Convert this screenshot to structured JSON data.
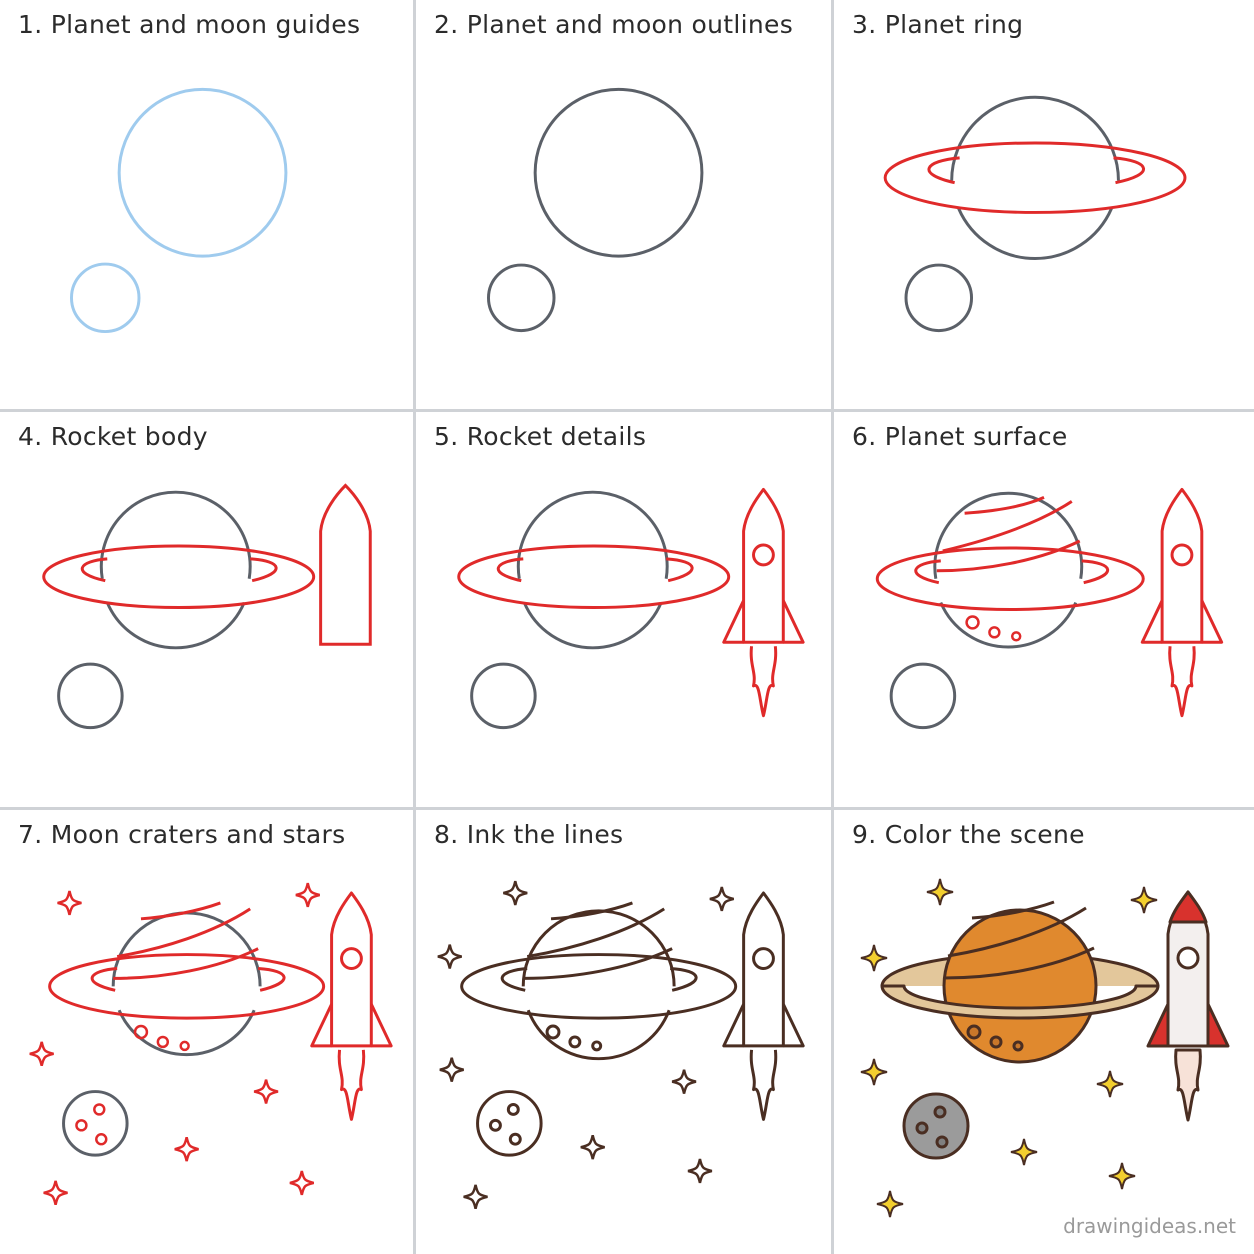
{
  "panels": [
    {
      "title": "1. Planet and moon guides"
    },
    {
      "title": "2. Planet and moon outlines"
    },
    {
      "title": "3. Planet ring"
    },
    {
      "title": "4. Rocket body"
    },
    {
      "title": "5. Rocket details"
    },
    {
      "title": "6. Planet surface"
    },
    {
      "title": "7. Moon craters and stars"
    },
    {
      "title": "8. Ink the lines"
    },
    {
      "title": "9. Color the scene"
    }
  ],
  "watermark": "drawingideas.net",
  "colors": {
    "guide": "#9fcbee",
    "outline": "#5b6068",
    "new_step": "#e02a2a",
    "ink": "#4a2e22",
    "planet_fill": "#e0892e",
    "ring_fill": "#e3c79b",
    "moon_fill": "#9b9b9b",
    "star_fill": "#f3cf2e",
    "rocket_fill": "#d8322d"
  }
}
